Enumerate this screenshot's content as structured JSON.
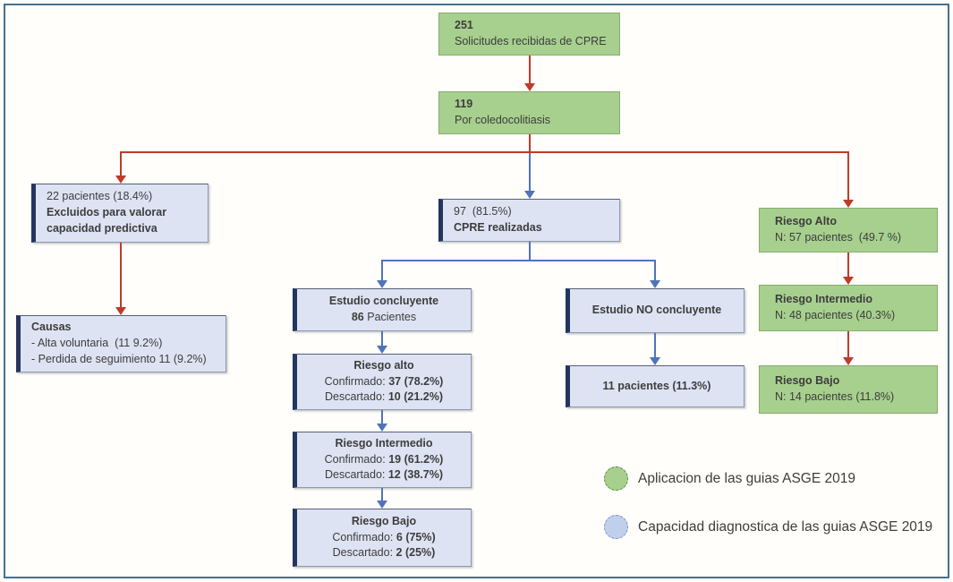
{
  "colors": {
    "frame": "#44718e",
    "green-fill": "#a7cf8e",
    "green-border": "#87ad6d",
    "blue-fill": "#dde3f2",
    "navy-bar": "#24365e",
    "red": "#bf3a2b",
    "blue-arrow": "#4f74b8",
    "text": "#3d3d3d",
    "legend-blue": "#bfcfec"
  },
  "boxes": {
    "solicitudes": {
      "number": "251",
      "label": "Solicitudes recibidas de CPRE"
    },
    "coledocolitiasis": {
      "number": "119",
      "label": "Por coledocolitiasis"
    },
    "excluidos": {
      "line1": "22 pacientes (18.4%)",
      "line2": "Excluidos para valorar",
      "line3": "capacidad predictiva"
    },
    "causas": {
      "title": "Causas",
      "item1": "- Alta voluntaria  (11 9.2%)",
      "item2": "- Perdida de seguimiento 11 (9.2%)"
    },
    "cpre_realizadas": {
      "line1": "97  (81.5%)",
      "line2": "CPRE realizadas"
    },
    "estudio_concluyente": {
      "title": "Estudio concluyente",
      "count": "86",
      "count_suffix": "Pacientes"
    },
    "concluyente_riesgo_alto": {
      "title": "Riesgo alto",
      "confirmado_label": "Confirmado:",
      "confirmado_value": "37 (78.2%)",
      "descartado_label": "Descartado:",
      "descartado_value": "10 (21.2%)"
    },
    "concluyente_riesgo_intermedio": {
      "title": "Riesgo Intermedio",
      "confirmado_label": "Confirmado:",
      "confirmado_value": "19 (61.2%)",
      "descartado_label": "Descartado:",
      "descartado_value": "12 (38.7%)"
    },
    "concluyente_riesgo_bajo": {
      "title": "Riesgo Bajo",
      "confirmado_label": "Confirmado:",
      "confirmado_value": "6 (75%)",
      "descartado_label": "Descartado:",
      "descartado_value": "2 (25%)"
    },
    "estudio_no_concluyente": {
      "title": "Estudio NO concluyente"
    },
    "no_concluyente_pacientes": {
      "title": "11 pacientes (11.3%)"
    },
    "asge_riesgo_alto": {
      "title": "Riesgo Alto",
      "label": "N: 57 pacientes  (49.7 %)"
    },
    "asge_riesgo_intermedio": {
      "title": "Riesgo Intermedio",
      "label": "N: 48 pacientes (40.3%)"
    },
    "asge_riesgo_bajo": {
      "title": "Riesgo Bajo",
      "label": "N: 14 pacientes (11.8%)"
    }
  },
  "legend": {
    "items": [
      {
        "label": "Aplicacion de las guias ASGE 2019"
      },
      {
        "label": "Capacidad diagnostica de las guias ASGE 2019"
      }
    ]
  }
}
